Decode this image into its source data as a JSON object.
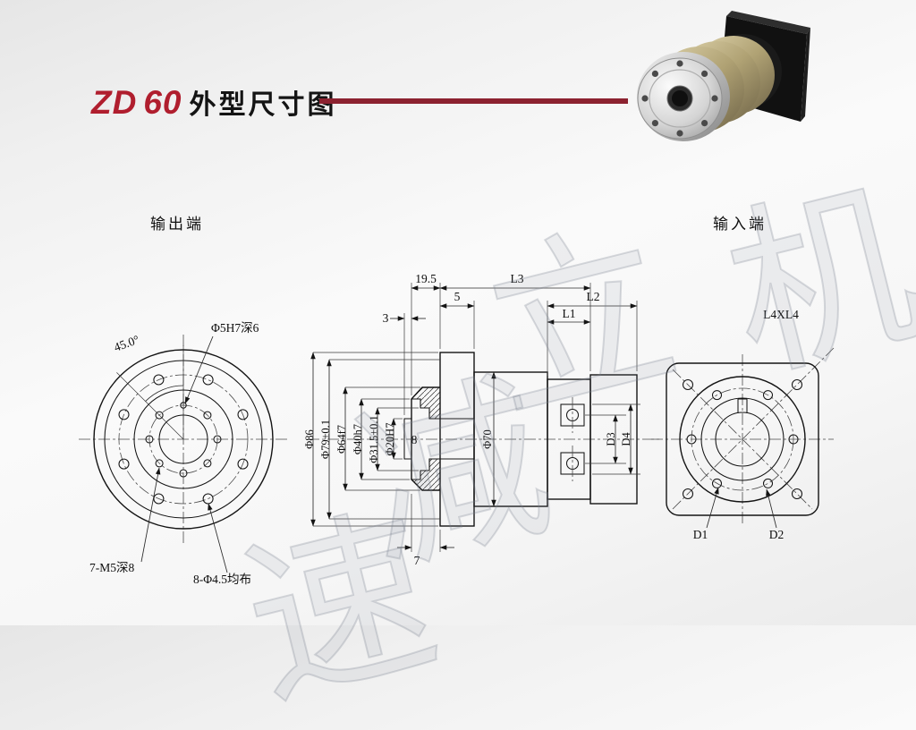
{
  "page": {
    "title": {
      "model": "ZD",
      "series": "60",
      "text": "外型尺寸图"
    },
    "colors": {
      "accent_red": "#b01e2e",
      "rule_maroon": "#8c2230"
    }
  },
  "ends": {
    "output": "输出端",
    "input": "输入端"
  },
  "watermark": {
    "chars": [
      "机",
      "立",
      "减",
      "速"
    ]
  },
  "front_view": {
    "angle_label": "45.0°",
    "dowel_hole": "Φ5H7深6",
    "tapped_holes": "7-M5深8",
    "bolt_holes": "8-Φ4.5均布"
  },
  "section_view": {
    "dims_top": {
      "d19_5": "19.5",
      "L3": "L3",
      "d5": "5",
      "L2": "L2",
      "L1": "L1",
      "d3": "3"
    },
    "dims_left": {
      "d86": "Φ86",
      "d79": "Φ79±0.1",
      "d64": "Φ64f7",
      "d40": "Φ40h7",
      "d31_5": "Φ31.5±0.1",
      "d20": "Φ20H7"
    },
    "dims_mid": {
      "d8": "8",
      "d70": "Φ70"
    },
    "dims_right": {
      "D3": "D3",
      "D4": "D4"
    },
    "dims_bottom": {
      "d7": "7"
    }
  },
  "rear_view": {
    "square": "L4XL4",
    "D1": "D1",
    "D2": "D2"
  }
}
